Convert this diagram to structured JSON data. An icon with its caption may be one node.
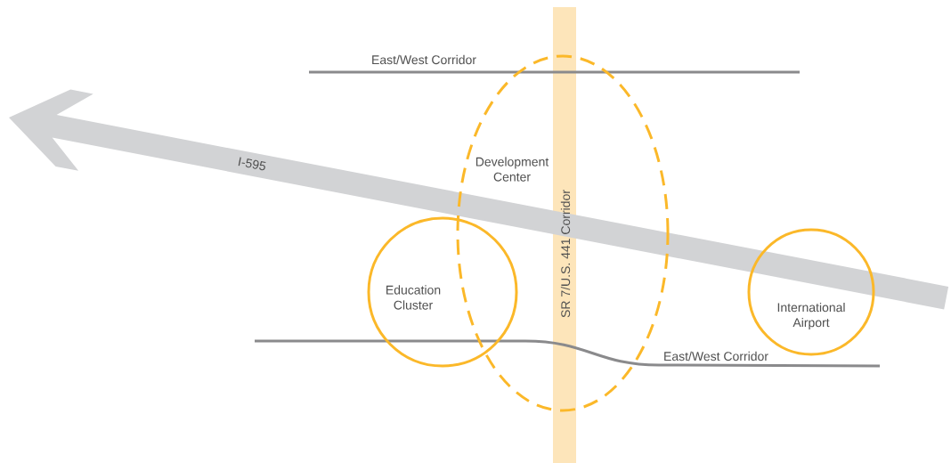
{
  "diagram": {
    "nodes": [
      {
        "text": [
          "Development Center"
        ]
      },
      {
        "text": [
          "Education Cluster"
        ]
      },
      {
        "text": [
          "International Airport"
        ]
      }
    ],
    "labels": [
      "East/West Corridor",
      "I-595",
      "SR 7/U.S. 441 Corridor",
      "East/West Corridor"
    ]
  }
}
